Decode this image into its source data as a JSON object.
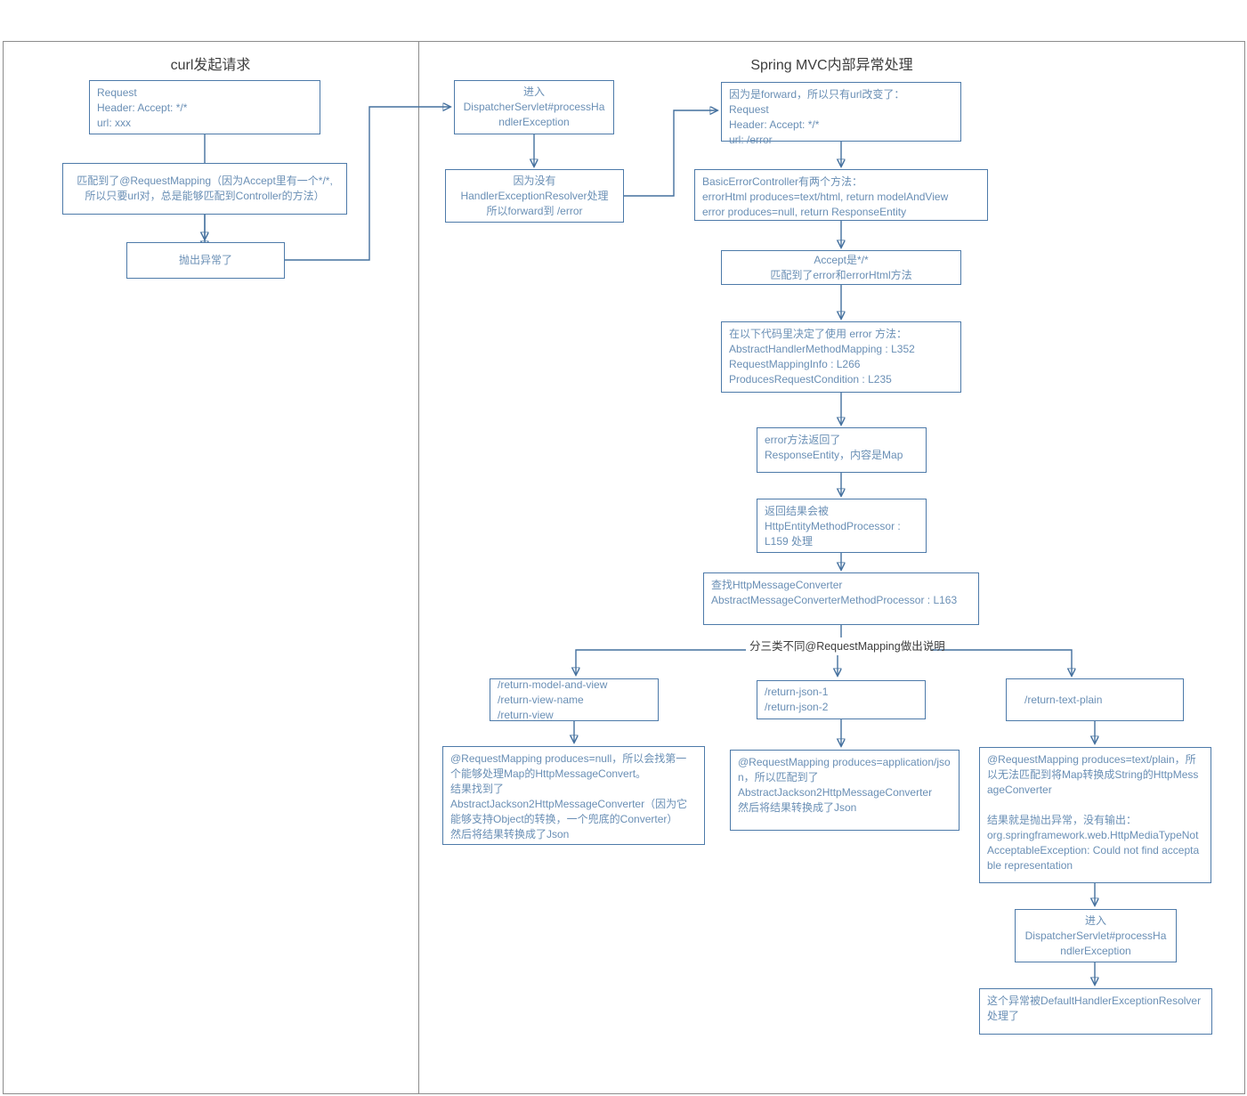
{
  "page": {
    "left_title": "curl发起请求",
    "right_title": "Spring MVC内部异常处理",
    "branch_label": "分三类不同@RequestMapping做出说明"
  },
  "colors": {
    "line": "#44709e",
    "box_border": "#4d7aa9",
    "box_text": "#6a8fb5",
    "title_text": "#3d3d3d",
    "frame": "#8c8c8c"
  },
  "nodes": {
    "request": {
      "text": "Request\nHeader: Accept: */*\nurl: xxx"
    },
    "matched_mapping": {
      "text": "匹配到了@RequestMapping（因为Accept里有一个*/*,\n所以只要url对，总是能够匹配到Controller的方法）"
    },
    "threw_exception": {
      "text": "抛出异常了"
    },
    "enter_process_handler_exception": {
      "text": "进入\nDispatcherServlet#processHandlerException"
    },
    "no_resolver_forward_error": {
      "text": "因为没有\nHandlerExceptionResolver处理\n所以forward到 /error"
    },
    "forward_request": {
      "text": "因为是forward，所以只有url改变了：\nRequest\nHeader: Accept: */*\nurl: /error"
    },
    "basic_error_controller": {
      "text": "BasicErrorController有两个方法：\nerrorHtml produces=text/html, return modelAndView\nerror produces=null, return ResponseEntity"
    },
    "accept_matched": {
      "text": "Accept是*/*\n匹配到了error和errorHtml方法"
    },
    "decided_error_method": {
      "text": "在以下代码里决定了使用 error 方法：\nAbstractHandlerMethodMapping : L352\nRequestMappingInfo : L266\nProducesRequestCondition : L235"
    },
    "error_returned_response_entity": {
      "text": "error方法返回了\nResponseEntity，内容是Map"
    },
    "handled_by_http_entity_processor": {
      "text": "返回结果会被\nHttpEntityMethodProcessor :\nL159 处理"
    },
    "find_http_message_converter": {
      "text": "查找HttpMessageConverter\nAbstractMessageConverterMethodProcessor : L163"
    },
    "paths_model_view": {
      "text": "/return-model-and-view\n/return-view-name\n/return-view"
    },
    "paths_json": {
      "text": "/return-json-1\n/return-json-2"
    },
    "paths_text_plain": {
      "text": "/return-text-plain"
    },
    "produces_null_detail": {
      "text": "@RequestMapping produces=null，所以会找第一个能够处理Map的HttpMessageConvert。\n结果找到了\nAbstractJackson2HttpMessageConverter（因为它能够支持Object的转换，一个兜底的Converter）\n然后将结果转换成了Json"
    },
    "produces_json_detail": {
      "text": "@RequestMapping produces=application/json，所以匹配到了\nAbstractJackson2HttpMessageConverter\n然后将结果转换成了Json"
    },
    "produces_text_plain_detail": {
      "text": "@RequestMapping produces=text/plain，所以无法匹配到将Map转换成String的HttpMessageConverter\n\n结果就是抛出异常，没有输出：\norg.springframework.web.HttpMediaTypeNotAcceptableException: Could not find acceptable representation"
    },
    "enter_process_handler_exception_2": {
      "text": "进入\nDispatcherServlet#processHandlerException"
    },
    "handled_by_default_resolver": {
      "text": "这个异常被DefaultHandlerExceptionResolver处理了"
    }
  }
}
